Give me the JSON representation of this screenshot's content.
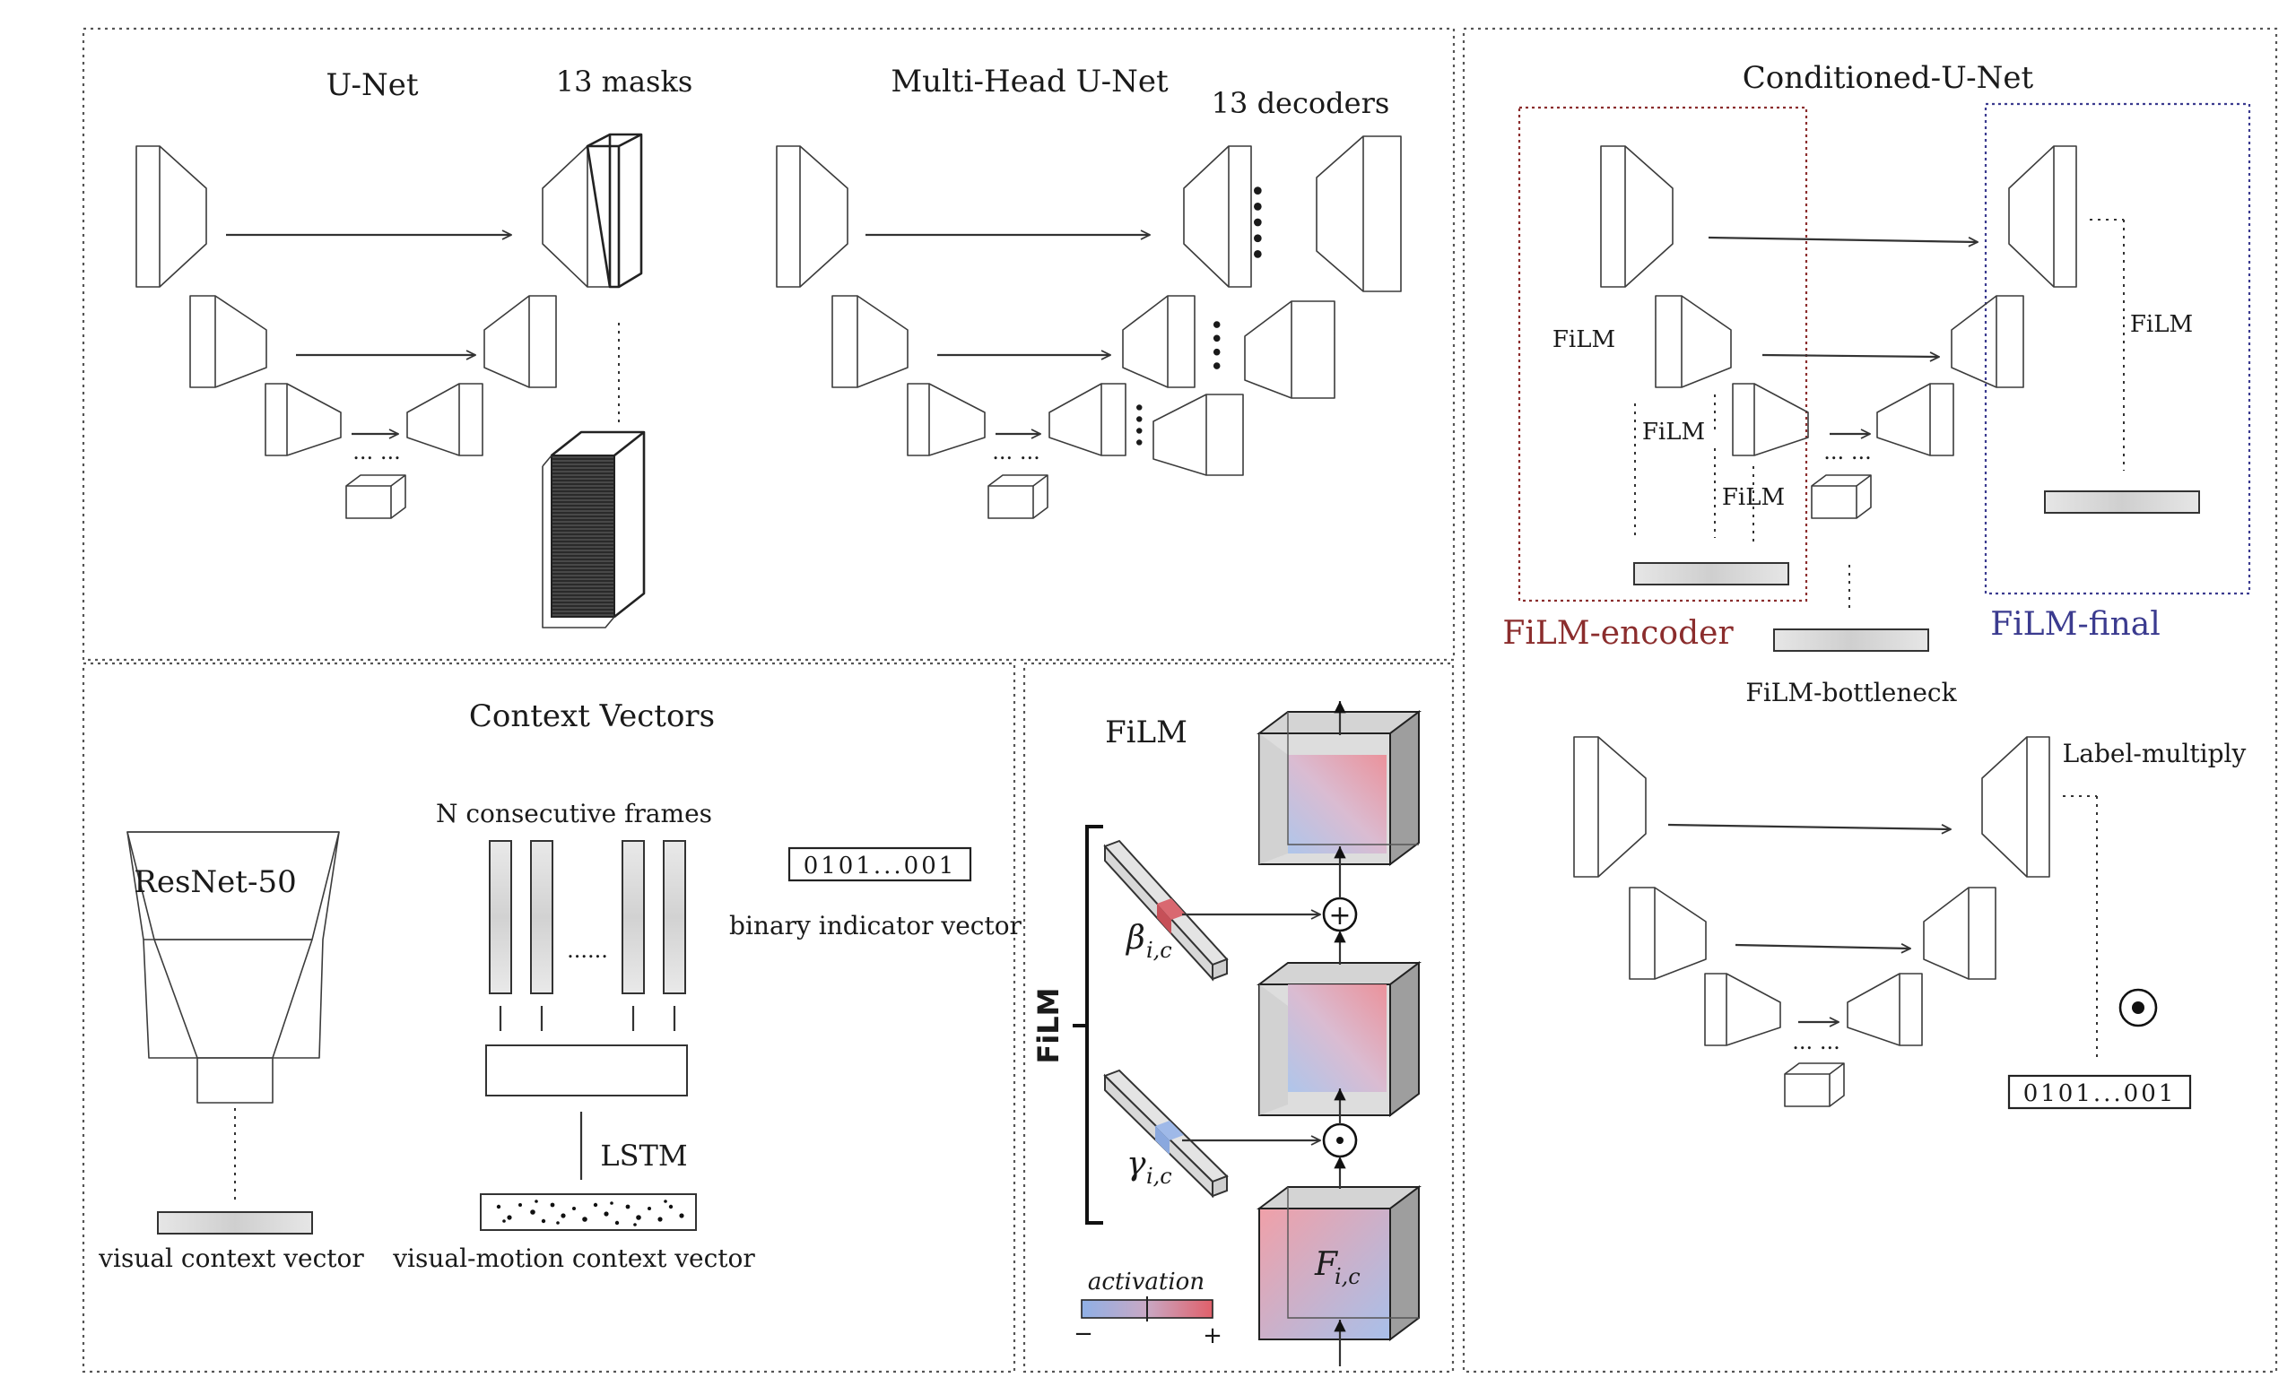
{
  "panels": {
    "unet": {
      "title": "U-Net",
      "masks_label": "13 masks",
      "dots": "... ..."
    },
    "multihead": {
      "title": "Multi-Head U-Net",
      "decoders_label": "13 decoders",
      "dots": "... ..."
    },
    "conditioned": {
      "title": "Conditioned-U-Net",
      "film_label": "FiLM",
      "film_encoder": "FiLM-encoder",
      "film_final": "FiLM-final",
      "film_bottleneck": "FiLM-bottleneck",
      "label_multiply": "Label-multiply",
      "binary_vector": "0101...001",
      "multiply_symbol": "⊙",
      "dots": "... ..."
    },
    "context": {
      "title": "Context Vectors",
      "resnet": "ResNet-50",
      "n_frames": "N consecutive frames",
      "frames_dots": "......",
      "lstm": "LSTM",
      "binary_vector": "0101...001",
      "binary_caption": "binary indicator vector",
      "visual_caption": "visual context vector",
      "motion_caption": "visual-motion context vector"
    },
    "film": {
      "title": "FiLM",
      "brace_label": "FiLM",
      "beta": "β",
      "beta_sub": "i,c",
      "gamma": "γ",
      "gamma_sub": "i,c",
      "feature": "F",
      "feature_sub": "i,c",
      "plus": "+",
      "times": "⊙",
      "activation": "activation",
      "minus_sign": "−",
      "plus_sign": "+"
    }
  },
  "colors": {
    "encoder_box": "#8b2d2d",
    "final_box": "#3b3b8f",
    "activation_low": "#8fb0e6",
    "activation_high": "#e0606a"
  }
}
